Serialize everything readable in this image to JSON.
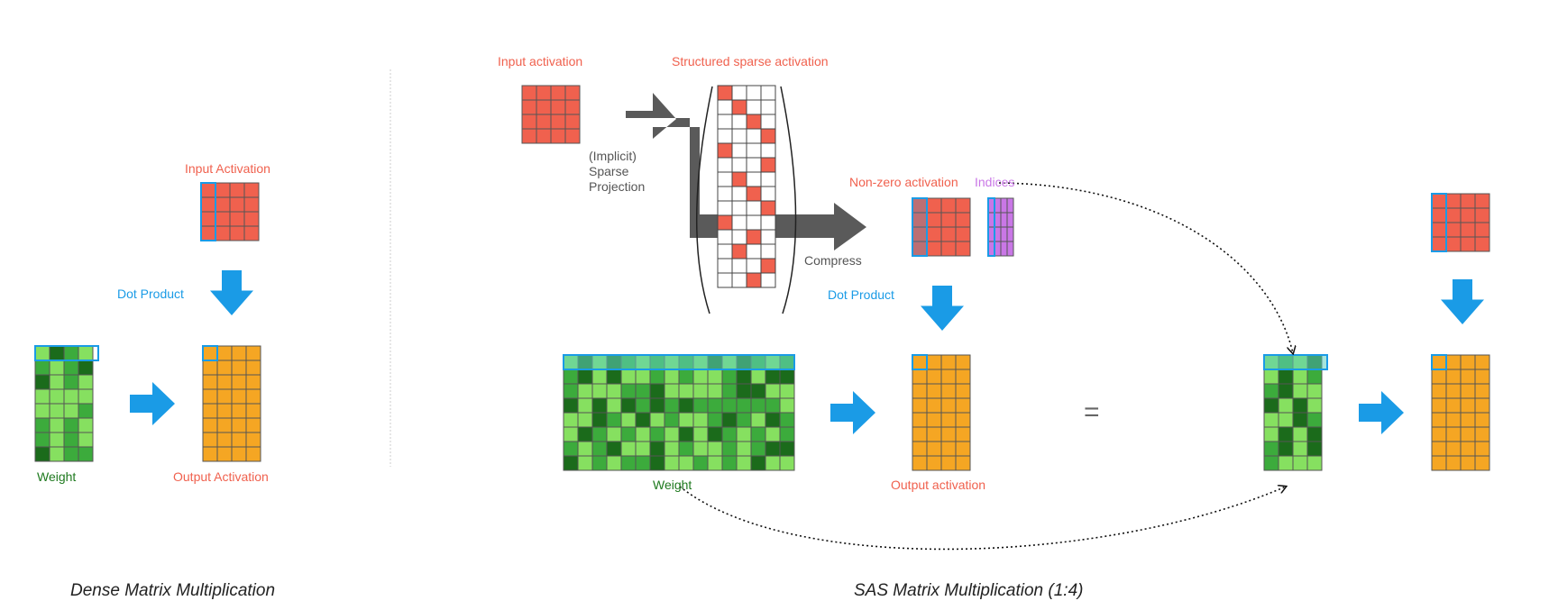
{
  "colors": {
    "activation": "#f0614e",
    "output": "#f5a623",
    "index": "#c977e6",
    "weight_dark": "#1b6b1b",
    "weight_mid": "#3cab3c",
    "weight_light": "#86e060",
    "weight_highlight": "#5fd0c0",
    "arrow_blue": "#1a9be6",
    "arrow_gray": "#5a5a5a",
    "label_green": "#1f7a1f"
  },
  "dense": {
    "input_label": "Input Activation",
    "dot_product_label": "Dot Product",
    "weight_label": "Weight",
    "output_label": "Output Activation",
    "caption": "Dense Matrix Multiplication"
  },
  "sas": {
    "input_label": "Input activation",
    "structured_label": "Structured sparse activation",
    "projection_line1": "(Implicit)",
    "projection_line2": "Sparse",
    "projection_line3": "Projection",
    "compress_label": "Compress",
    "nonzero_label": "Non-zero activation",
    "indices_label": "Indices",
    "dot_product_label": "Dot Product",
    "weight_label": "Weight",
    "output_label": "Output activation",
    "equals": "=",
    "caption": "SAS Matrix Multiplication (1:4)"
  }
}
